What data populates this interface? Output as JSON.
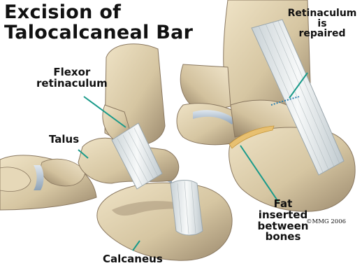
{
  "title": {
    "line1": "Excision of",
    "line2": "Talocalcaneal Bar"
  },
  "labels": {
    "flexor_retinaculum": {
      "line1": "Flexor",
      "line2": "retinaculum"
    },
    "talus": "Talus",
    "calcaneus": "Calcaneus",
    "retinaculum_repaired": {
      "line1": "Retinaculum",
      "line2": "is",
      "line3": "repaired"
    },
    "fat": {
      "line1": "Fat",
      "line2": "inserted",
      "line3": "between",
      "line4": "bones"
    }
  },
  "copyright": "©MMG 2006",
  "colors": {
    "bone": "#d8c9a8",
    "bone_shadow": "#a8957a",
    "cartilage": "#b8c6d4",
    "ligament": "#ecefee",
    "fat": "#e8c070",
    "suture": "#2a7fb0",
    "leader_line": "#1a9a8a"
  }
}
